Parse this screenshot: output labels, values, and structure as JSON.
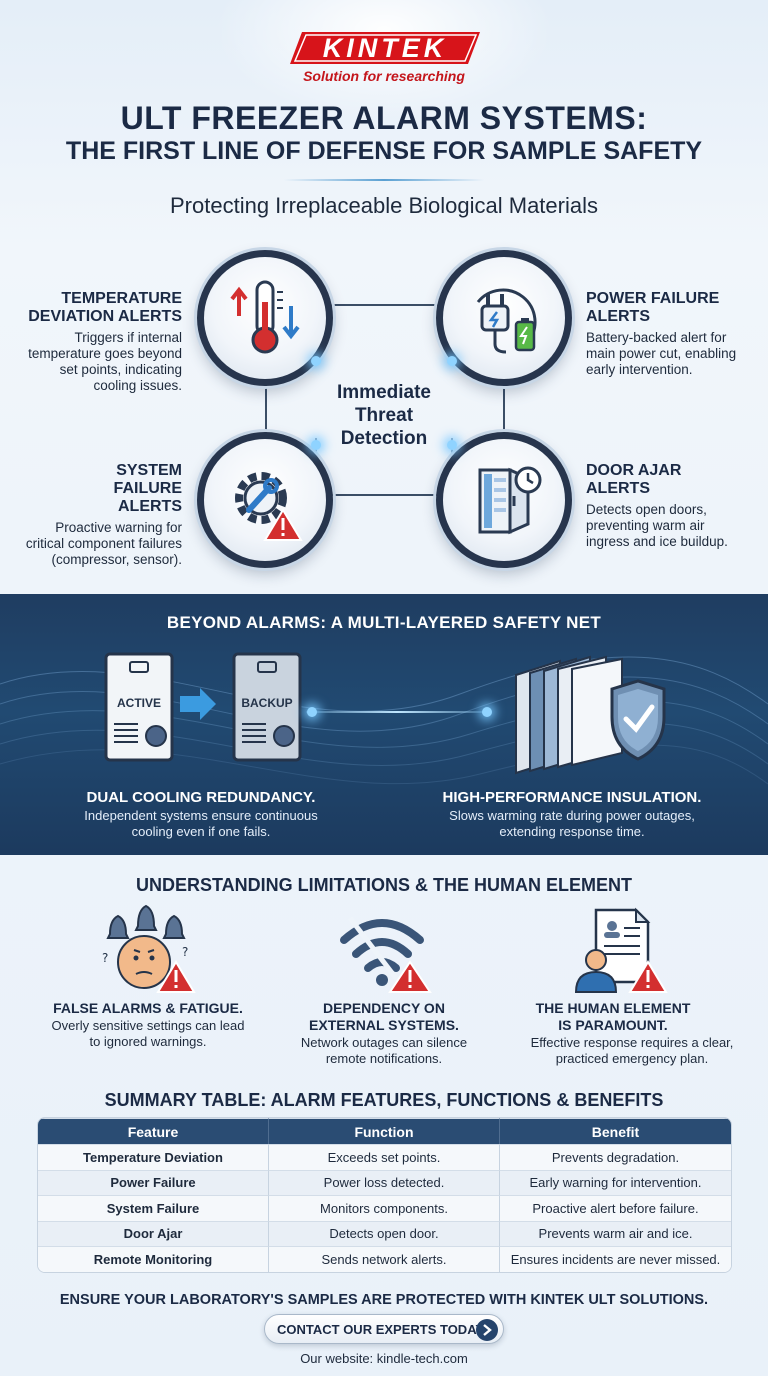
{
  "brand": {
    "logo": "KINTEK",
    "tagline": "Solution for researching",
    "color": "#d7141a"
  },
  "header": {
    "title_line1": "ULT FREEZER ALARM SYSTEMS:",
    "title_line2": "THE FIRST LINE OF DEFENSE FOR SAMPLE SAFETY",
    "subtitle": "Protecting Irreplaceable Biological Materials"
  },
  "alerts": {
    "center_label": "Immediate Threat Detection",
    "items": [
      {
        "icon": "thermometer-icon",
        "title": "TEMPERATURE DEVIATION ALERTS",
        "desc": "Triggers if internal temperature goes beyond set points, indicating cooling issues."
      },
      {
        "icon": "power-plug-icon",
        "title": "POWER FAILURE ALERTS",
        "desc": "Battery-backed alert for main power cut, enabling early intervention."
      },
      {
        "icon": "gear-wrench-icon",
        "title": "SYSTEM FAILURE ALERTS",
        "desc": "Proactive warning for critical component failures (compressor, sensor)."
      },
      {
        "icon": "open-door-icon",
        "title": "DOOR AJAR ALERTS",
        "desc": "Detects open doors, preventing warm air ingress and ice buildup."
      }
    ]
  },
  "safety_net": {
    "title": "BEYOND ALARMS: A MULTI-LAYERED SAFETY NET",
    "active_label": "ACTIVE",
    "backup_label": "BACKUP",
    "left": {
      "title": "DUAL COOLING REDUNDANCY.",
      "desc": "Independent systems ensure continuous cooling even if one fails."
    },
    "right": {
      "title": "HIGH-PERFORMANCE INSULATION.",
      "desc": "Slows warming rate during power outages, extending response time."
    }
  },
  "limitations": {
    "title": "UNDERSTANDING LIMITATIONS & THE HUMAN ELEMENT",
    "items": [
      {
        "icon": "confused-bells-icon",
        "title": "FALSE ALARMS & FATIGUE.",
        "desc": "Overly sensitive settings can lead to ignored warnings."
      },
      {
        "icon": "wifi-warning-icon",
        "title": "DEPENDENCY ON EXTERNAL SYSTEMS.",
        "desc": "Network outages can silence remote notifications."
      },
      {
        "icon": "person-document-icon",
        "title": "THE HUMAN ELEMENT IS PARAMOUNT.",
        "desc": "Effective response requires a clear, practiced emergency plan."
      }
    ]
  },
  "summary": {
    "title": "SUMMARY TABLE: ALARM FEATURES, FUNCTIONS & BENEFITS",
    "headers": [
      "Feature",
      "Function",
      "Benefit"
    ],
    "rows": [
      [
        "Temperature Deviation",
        "Exceeds set points.",
        "Prevents degradation."
      ],
      [
        "Power Failure",
        "Power loss detected.",
        "Early warning for intervention."
      ],
      [
        "System Failure",
        "Monitors components.",
        "Proactive alert before failure."
      ],
      [
        "Door Ajar",
        "Detects open door.",
        "Prevents warm air and ice."
      ],
      [
        "Remote Monitoring",
        "Sends network alerts.",
        "Ensures incidents are never missed."
      ]
    ]
  },
  "footer": {
    "cta_text": "ENSURE YOUR LABORATORY'S SAMPLES ARE PROTECTED WITH KINTEK ULT SOLUTIONS.",
    "button_label": "CONTACT OUR EXPERTS TODAY",
    "website": "Our website: kindle-tech.com"
  }
}
